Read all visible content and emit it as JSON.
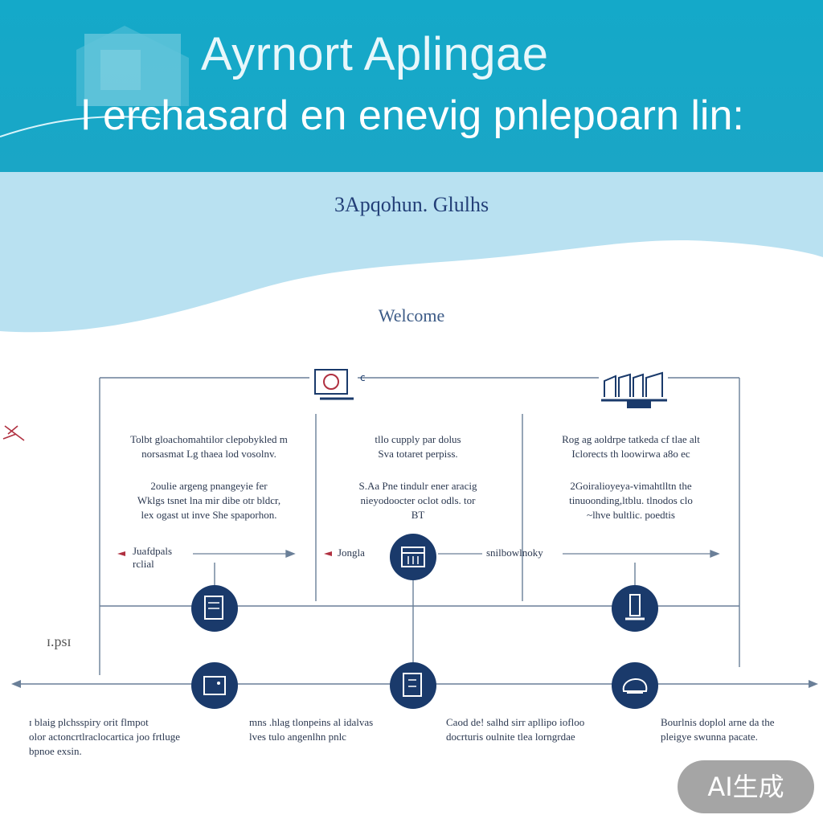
{
  "header": {
    "title_line1": "Ayrnort Aplingae",
    "title_line2": "ǀ erchasard en enevig pnlepoarn lin:",
    "colors": {
      "header_bg": "#17a8c8",
      "band_bg": "#b9e1f1",
      "navy": "#1a3a6b",
      "accent_red": "#b03040"
    }
  },
  "subtitle": "3Apqohun. Glulhs",
  "welcome": "Welcome",
  "columns": [
    {
      "icon": "gear-machine-icon",
      "para1": "Tolbt gloachomahtilor clepobykled m\nnorsasmat Lg thaea lod vosolnv.",
      "para2": "2oulie argeng pnangeyie  fer\nWklgs tsnet lna mir dibe otr bldcr,\nlex ogast ut inve She spaporhon.",
      "tag": "Juafdpals\nrclial"
    },
    {
      "icon": "calendar-icon",
      "para1": "tllo cupply par dolus\nSva totaret perpiss.",
      "para2": "S.Aa Pne tindulr ener aracig\nnieyodoocter oclot odls. tor\nBT",
      "tag": "Jongla"
    },
    {
      "icon": "factory-icon",
      "para1": "Rog ag aoldrpe tatkeda cf tlae alt\nIclorects th loowirwa a8o ec",
      "para2": "2Goiralioyeya-vimahtlltn the\ntinuoonding,ltblu. tlnodos clo\n~lhve bultlic. poedtis",
      "tag": "snilbowlnoky"
    }
  ],
  "nodes": [
    {
      "icon": "document-icon"
    },
    {
      "icon": "calendar-icon"
    },
    {
      "icon": "wrench-icon"
    },
    {
      "icon": "briefcase-icon"
    },
    {
      "icon": "clipboard-icon"
    },
    {
      "icon": "brain-icon"
    }
  ],
  "bottom": [
    "ɪ blaig plchsspiry orit flmpot\nolor actoncrtlraclocartica joo frtluge\nbpnoe exsin.",
    "mns .hlag tlonpeins al idalvas\nlves tulo angenlhn pnlc",
    "Caod de! salhd sirr apllipo iofloo\ndocrturis  oulnite tlea lorngrdae",
    "Bourlnis doplol arne da the\npleigye swunna pacate."
  ],
  "side_mark": "ɪ.psɪ",
  "badge": "AI生成"
}
